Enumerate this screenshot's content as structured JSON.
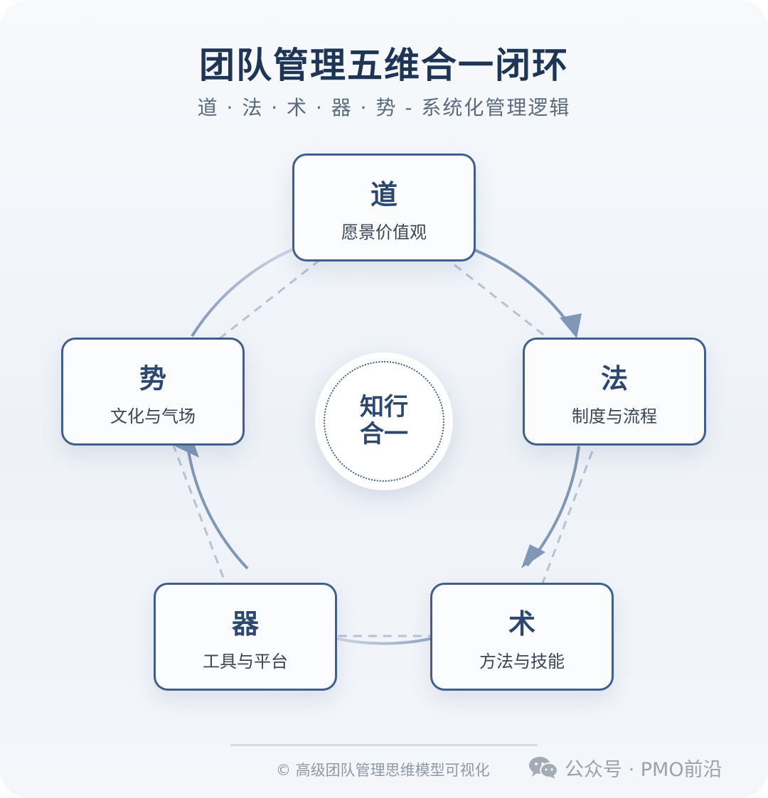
{
  "header": {
    "title": "团队管理五维合一闭环",
    "subtitle": "道 · 法 · 术 · 器 · 势 - 系统化管理逻辑"
  },
  "nodes": {
    "dao": {
      "title": "道",
      "subtitle": "愿景价值观"
    },
    "fa": {
      "title": "法",
      "subtitle": "制度与流程"
    },
    "shu": {
      "title": "术",
      "subtitle": "方法与技能"
    },
    "qi": {
      "title": "器",
      "subtitle": "工具与平台"
    },
    "shi": {
      "title": "势",
      "subtitle": "文化与气场"
    }
  },
  "center": {
    "line1": "知行",
    "line2": "合一"
  },
  "footer": {
    "caption": "© 高级团队管理思维模型可视化"
  },
  "watermark": {
    "icon": "wechat-icon",
    "text": "公众号 · PMO前沿"
  },
  "colors": {
    "title": "#1d3557",
    "node_border": "#3e5f8f",
    "cycle_line": "#8097b8",
    "dashed_line": "#b4c2d6"
  }
}
